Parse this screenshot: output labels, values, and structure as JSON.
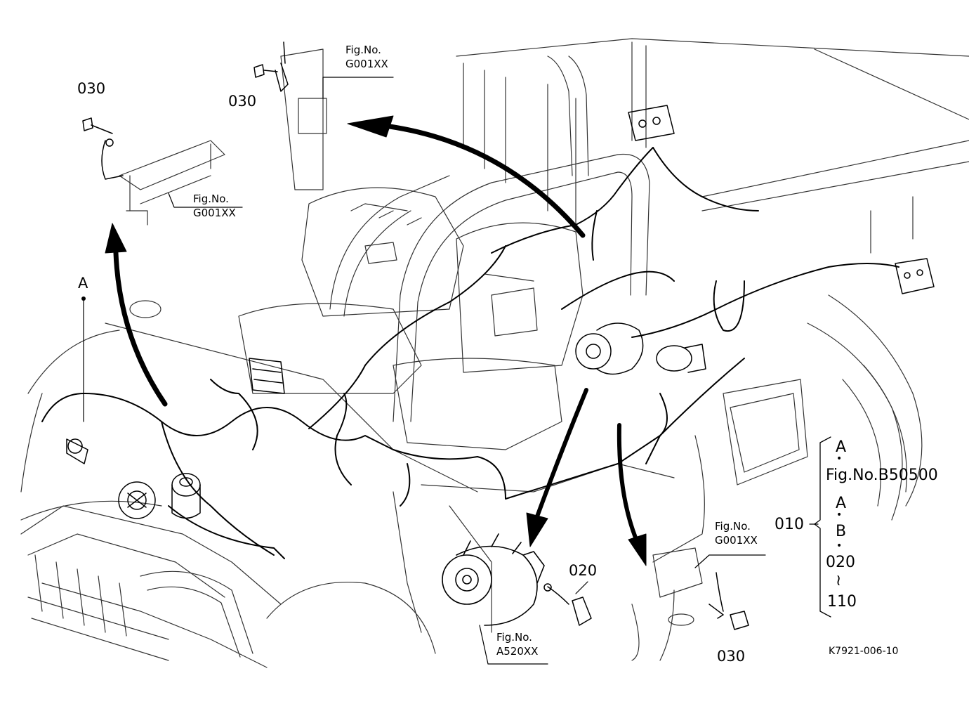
{
  "callouts": {
    "bolt_top_left": "030",
    "bolt_top_mid": "030",
    "bolt_bottom_right": "030",
    "connector": "020",
    "point_a": "A"
  },
  "figure_refs": {
    "top_mid": {
      "line1": "Fig.No.",
      "line2": "G001XX"
    },
    "top_left": {
      "line1": "Fig.No.",
      "line2": "G001XX"
    },
    "bottom_right": {
      "line1": "Fig.No.",
      "line2": "G001XX"
    },
    "alternator": {
      "line1": "Fig.No.",
      "line2": "A520XX"
    }
  },
  "assembly_bracket": {
    "part_no": "010",
    "items": [
      "A",
      "•",
      "Fig.No.B50500",
      "A",
      "•",
      "B",
      "•",
      "020",
      "≀",
      "110"
    ]
  },
  "drawing_code": "K7921-006-10",
  "colors": {
    "ink": "#000000",
    "background": "#ffffff",
    "sketch": "#333333"
  }
}
